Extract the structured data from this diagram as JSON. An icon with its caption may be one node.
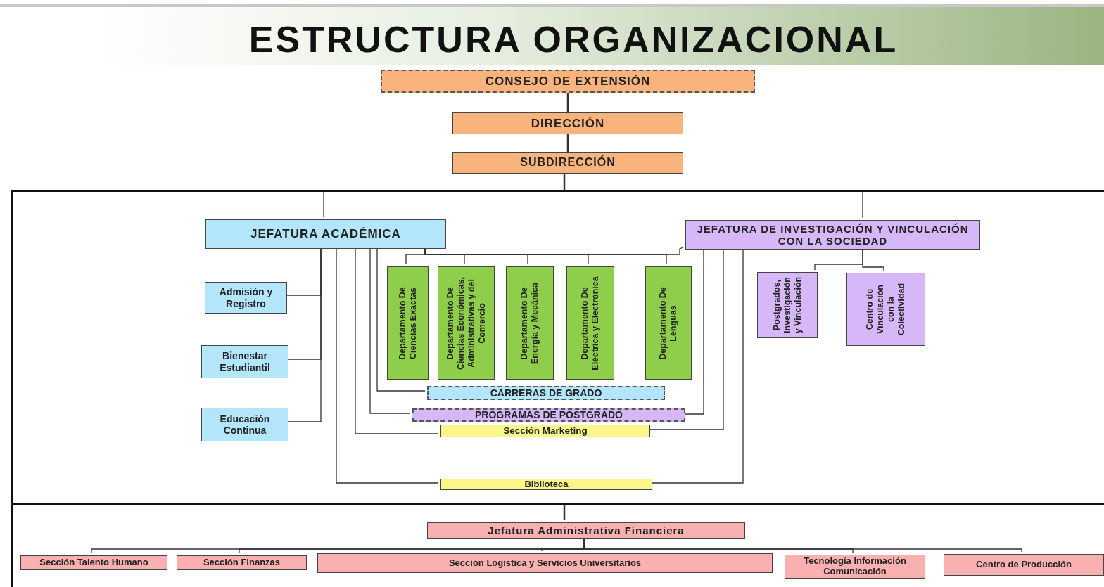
{
  "diagram": {
    "title": "ESTRUCTURA ORGANIZACIONAL",
    "nodes": [
      {
        "text": [
          "CONSEJO DE EXTENSIÓN"
        ]
      },
      {
        "text": [
          "DIRECCIÓN"
        ]
      },
      {
        "text": [
          "SUBDIRECCIÓN"
        ]
      },
      {
        "text": [],
        "shape": "box"
      },
      {
        "text": [
          "JEFATURA ACADÉMICA"
        ],
        "in": 3
      },
      {
        "text": [
          "JEFATURA DE INVESTIGACIÓN Y VINCULACIÓN CON LA SOCIEDAD"
        ],
        "in": 3
      },
      {
        "text": [
          "Admisión y Registro"
        ],
        "in": 3
      },
      {
        "text": [
          "Bienestar Estudiantil"
        ],
        "in": 3
      },
      {
        "text": [
          "Educación Continua"
        ],
        "in": 3
      },
      {
        "text": [
          "Departamento De Ciencias Exactas"
        ],
        "in": 3
      },
      {
        "text": [
          "Departamento De Ciencias Económicas, Administrativas y del Comercio"
        ],
        "in": 3
      },
      {
        "text": [
          "Departamento De Energía y Mecánica"
        ],
        "in": 3
      },
      {
        "text": [
          "Departamento De Eléctrica y Electrónica"
        ],
        "in": 3
      },
      {
        "text": [
          "Departamento De Lenguas"
        ],
        "in": 3
      },
      {
        "text": [
          "Postgrados, Investigación y Vinculación"
        ],
        "in": 3
      },
      {
        "text": [
          "Centro de Vinculación con la Colectividad"
        ],
        "in": 3
      },
      {
        "text": [
          "CARRERAS DE GRADO"
        ],
        "in": 3
      },
      {
        "text": [
          "PROGRAMAS DE POSTGRADO"
        ],
        "in": 3
      },
      {
        "text": [
          "Sección Marketing"
        ],
        "in": 3
      },
      {
        "text": [
          "Biblioteca"
        ],
        "in": 3
      },
      {
        "text": [],
        "shape": "box"
      },
      {
        "text": [
          "Jefatura Administrativa Financiera"
        ],
        "in": 20
      },
      {
        "text": [
          "Sección Talento Humano"
        ],
        "in": 20
      },
      {
        "text": [
          "Sección Finanzas"
        ],
        "in": 20
      },
      {
        "text": [
          "Sección Logistica y Servicios Universitarios"
        ],
        "in": 20
      },
      {
        "text": [
          "Tecnología Información Comunicación"
        ],
        "in": 20
      },
      {
        "text": [
          "Centro de Producción"
        ],
        "in": 20
      }
    ],
    "edges": [
      {
        "from": 0,
        "to": 1,
        "arrow": "none"
      },
      {
        "from": 1,
        "to": 2,
        "arrow": "none"
      },
      {
        "from": 2,
        "to": 3,
        "arrow": "none"
      },
      {
        "from": 3,
        "to": 4,
        "arrow": "none"
      },
      {
        "from": 3,
        "to": 5,
        "arrow": "none"
      },
      {
        "from": 4,
        "to": 6,
        "arrow": "none"
      },
      {
        "from": 4,
        "to": 7,
        "arrow": "none"
      },
      {
        "from": 4,
        "to": 8,
        "arrow": "none"
      },
      {
        "from": 4,
        "to": 9,
        "arrow": "none"
      },
      {
        "from": 4,
        "to": 10,
        "arrow": "none"
      },
      {
        "from": 4,
        "to": 11,
        "arrow": "none"
      },
      {
        "from": 4,
        "to": 12,
        "arrow": "none"
      },
      {
        "from": 4,
        "to": 13,
        "arrow": "none"
      },
      {
        "from": 4,
        "to": 5,
        "arrow": "none"
      },
      {
        "from": 4,
        "to": 16,
        "arrow": "none"
      },
      {
        "from": 4,
        "to": 17,
        "arrow": "none"
      },
      {
        "from": 4,
        "to": 18,
        "arrow": "none"
      },
      {
        "from": 4,
        "to": 19,
        "arrow": "none"
      },
      {
        "from": 5,
        "to": 17,
        "arrow": "none"
      },
      {
        "from": 5,
        "to": 18,
        "arrow": "none"
      },
      {
        "from": 5,
        "to": 19,
        "arrow": "none"
      },
      {
        "from": 5,
        "to": 14,
        "arrow": "none"
      },
      {
        "from": 5,
        "to": 15,
        "arrow": "none"
      },
      {
        "from": 20,
        "to": 21,
        "arrow": "none"
      },
      {
        "from": 21,
        "to": 22,
        "arrow": "none"
      },
      {
        "from": 21,
        "to": 23,
        "arrow": "none"
      },
      {
        "from": 21,
        "to": 24,
        "arrow": "none"
      },
      {
        "from": 21,
        "to": 25,
        "arrow": "none"
      },
      {
        "from": 21,
        "to": 26,
        "arrow": "none"
      }
    ]
  }
}
